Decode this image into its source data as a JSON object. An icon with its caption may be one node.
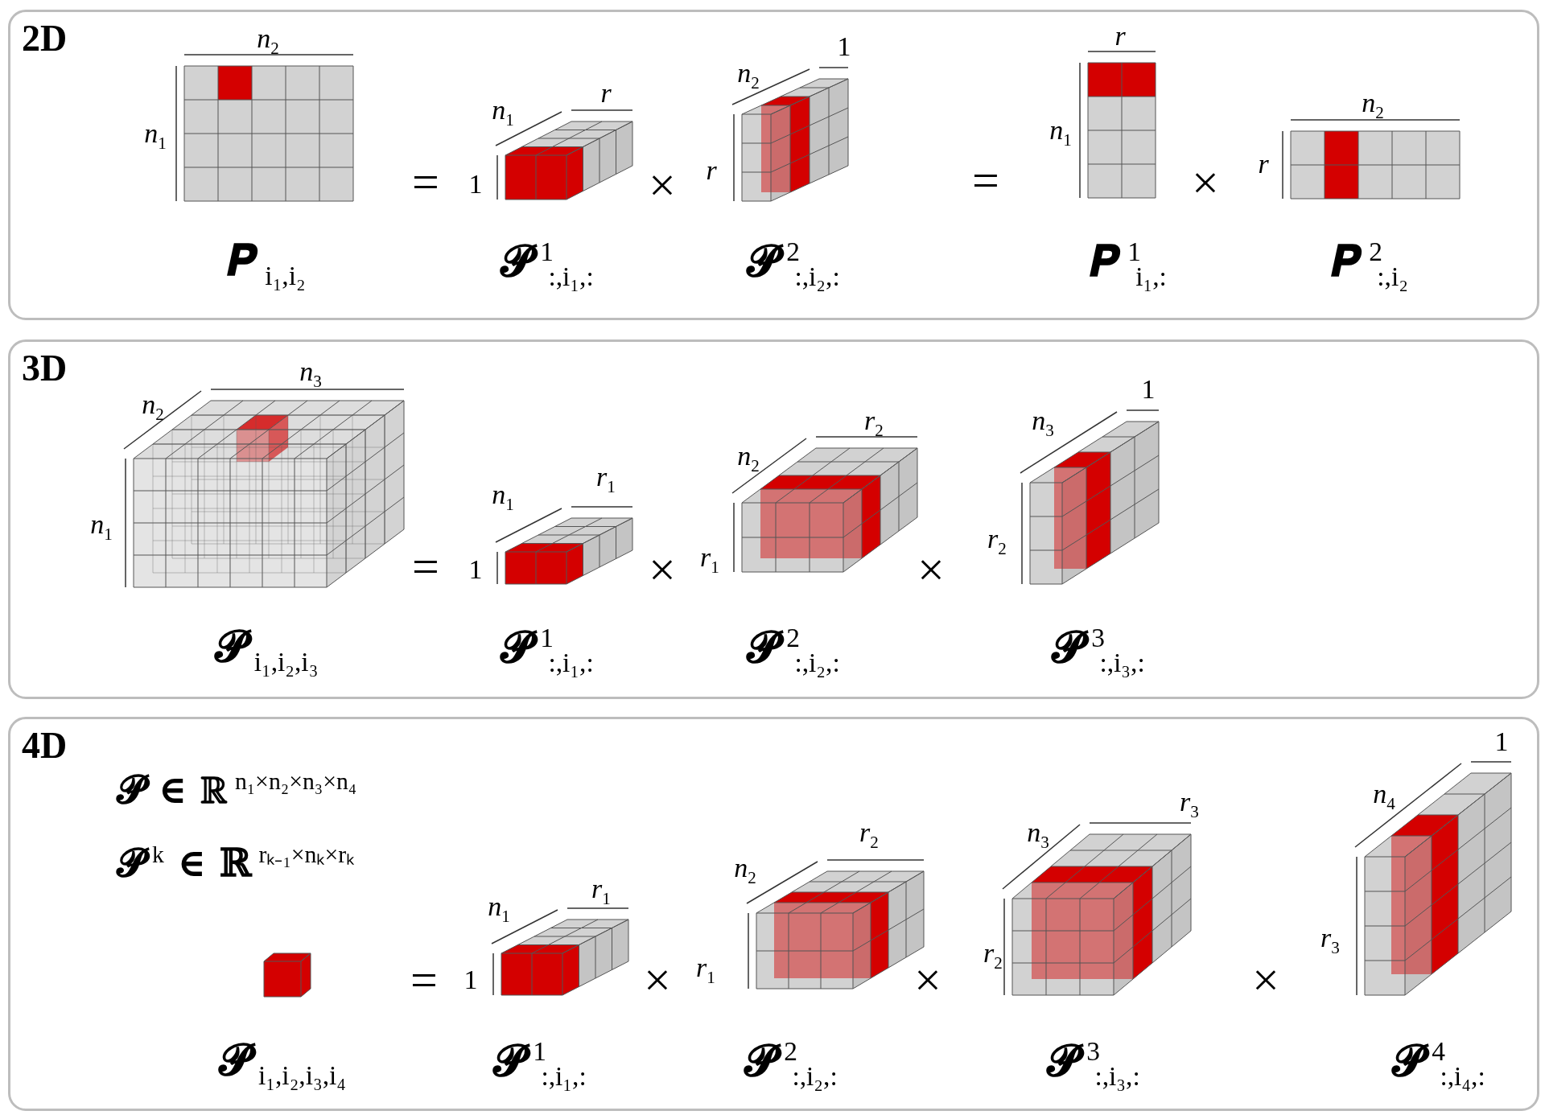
{
  "diagram": {
    "nodes": [
      {
        "text": [
          "2D"
        ]
      },
      {
        "text": [
          "3D"
        ]
      },
      {
        "text": [
          "4D"
        ]
      }
    ],
    "labels": [
      "*n*$_{2}$",
      "*n*$_{1}$",
      "=",
      "1",
      "*n*$_{1}$",
      "*r*",
      "×",
      "*r*",
      "*n*$_{2}$",
      "1",
      "=",
      "*r*",
      "*n*$_{1}$",
      "×",
      "*r*",
      "*n*$_{2}$",
      "𝑷$_{i₁,i₂}$",
      "𝓟$^{1}$$_{:,i₁,:}$",
      "𝓟$^{2}$$_{:,i₂,:}$",
      "𝑷$^{1}$$_{i₁,:}$",
      "𝑷$^{2}$$_{:,i₂}$",
      "*n*$_{2}$",
      "*n*$_{3}$",
      "*n*$_{1}$",
      "=",
      "1",
      "*n*$_{1}$",
      "*r*$_{1}$",
      "×",
      "*r*$_{1}$",
      "*n*$_{2}$",
      "*r*$_{2}$",
      "×",
      "*r*$_{2}$",
      "*n*$_{3}$",
      "1",
      "𝓟$_{i₁,i₂,i₃}$",
      "𝓟$^{1}$$_{:,i₁,:}$",
      "𝓟$^{2}$$_{:,i₂,:}$",
      "𝓟$^{3}$$_{:,i₃,:}$",
      "𝓟 ∈ ℝ$^{n₁×n₂×n₃×n₄}$",
      "𝓟$^{k}$ ∈ ℝ$^{rₖ₋₁×nₖ×rₖ}$",
      "=",
      "1",
      "*n*$_{1}$",
      "*r*$_{1}$",
      "×",
      "*r*$_{1}$",
      "*n*$_{2}$",
      "*r*$_{2}$",
      "×",
      "*r*$_{2}$",
      "*n*$_{3}$",
      "*r*$_{3}$",
      "×",
      "*r*$_{3}$",
      "*n*$_{4}$",
      "1",
      "𝓟$_{i₁,i₂,i₃,i₄}$",
      "𝓟$^{1}$$_{:,i₁,:}$",
      "𝓟$^{2}$$_{:,i₂,:}$",
      "𝓟$^{3}$$_{:,i₃,:}$",
      "𝓟$^{4}$$_{:,i₄,:}$"
    ]
  }
}
